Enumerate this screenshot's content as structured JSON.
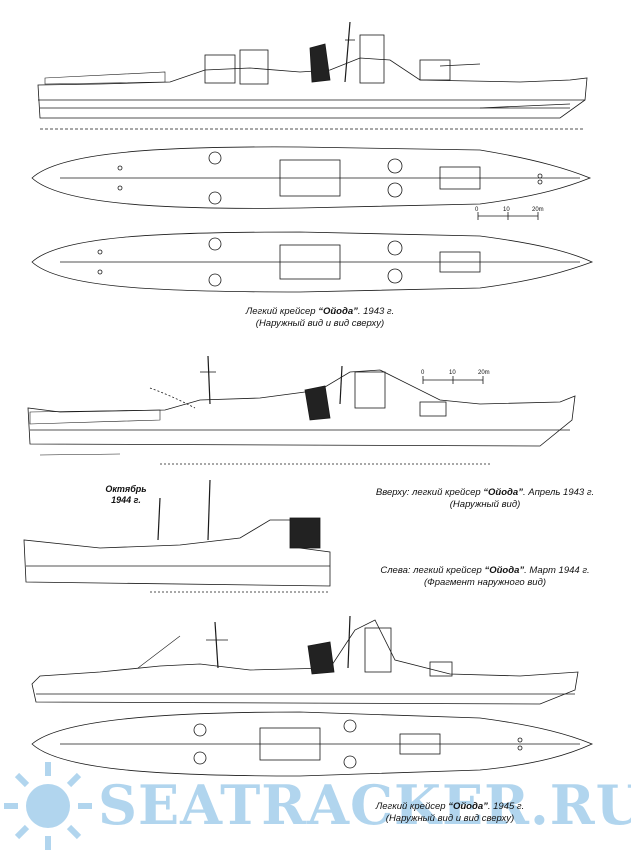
{
  "captions": {
    "c1": {
      "line1_pre": "Легкий крейсер ",
      "line1_name": "“Ойода”",
      "line1_post": ". 1943 г.",
      "line2": "(Наружный вид и вид сверху)"
    },
    "c2": {
      "line1_pre": "Вверху: легкий крейсер ",
      "line1_name": "“Ойода”",
      "line1_post": ". Апрель 1943 г.",
      "line2": "(Наружный вид)"
    },
    "c3": {
      "line1_pre": "Слева: легкий крейсер ",
      "line1_name": "“Ойода”",
      "line1_post": ". Март 1944 г.",
      "line2": "(Фрагмент наружного вид)"
    },
    "c4": {
      "line1_pre": "Легкий крейсер ",
      "line1_name": "“Ойода”",
      "line1_post": ". 1945 г.",
      "line2": "(Наружный вид и вид сверху)"
    }
  },
  "notes": {
    "october_1944_line1": "Октябрь",
    "october_1944_line2": "1944 г."
  },
  "scales": {
    "scale1": [
      "0",
      "10",
      "20m"
    ],
    "scale2": [
      "0",
      "10",
      "20m"
    ]
  },
  "watermark": {
    "text": "SEATRACKER.RU",
    "color": "#469bd7"
  }
}
